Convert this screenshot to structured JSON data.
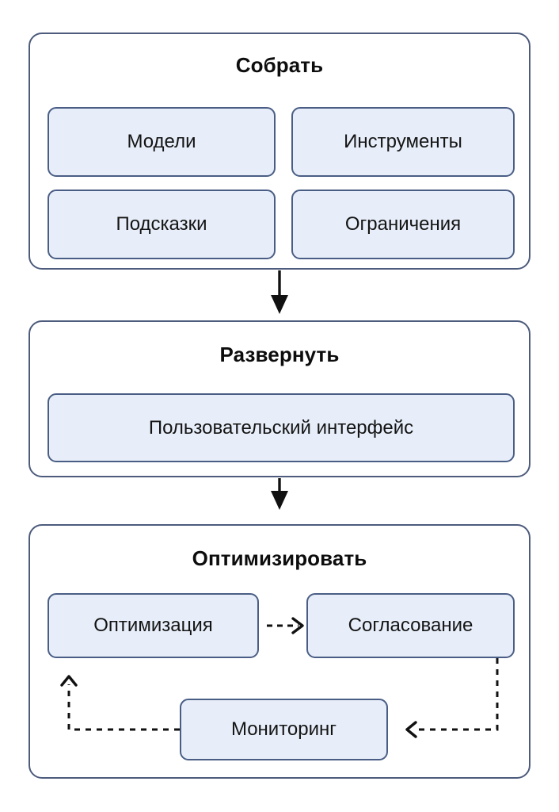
{
  "diagram": {
    "title_text_direction": "top-to-bottom",
    "stages": [
      {
        "id": "collect",
        "title": "Собрать",
        "nodes": [
          {
            "id": "models",
            "label": "Модели"
          },
          {
            "id": "tools",
            "label": "Инструменты"
          },
          {
            "id": "prompts",
            "label": "Подсказки"
          },
          {
            "id": "constraints",
            "label": "Ограничения"
          }
        ]
      },
      {
        "id": "deploy",
        "title": "Развернуть",
        "nodes": [
          {
            "id": "ui",
            "label": "Пользовательский интерфейс"
          }
        ]
      },
      {
        "id": "optimize",
        "title": "Оптимизировать",
        "nodes": [
          {
            "id": "optimization",
            "label": "Оптимизация"
          },
          {
            "id": "alignment",
            "label": "Согласование"
          },
          {
            "id": "monitoring",
            "label": "Мониторинг"
          }
        ]
      }
    ],
    "connectors": [
      {
        "id": "collect-to-deploy",
        "from": "collect",
        "to": "deploy",
        "style": "solid",
        "arrowhead": "filled",
        "direction": "down"
      },
      {
        "id": "deploy-to-optimize",
        "from": "deploy",
        "to": "optimize",
        "style": "solid",
        "arrowhead": "filled",
        "direction": "down"
      },
      {
        "id": "optimization-to-alignment",
        "from": "optimization",
        "to": "alignment",
        "style": "dashed",
        "arrowhead": "open",
        "direction": "right"
      },
      {
        "id": "alignment-to-monitoring",
        "from": "alignment",
        "to": "monitoring",
        "style": "dashed",
        "arrowhead": "open",
        "direction": "left"
      },
      {
        "id": "monitoring-to-optimization",
        "from": "monitoring",
        "to": "optimization",
        "style": "dashed",
        "arrowhead": "open",
        "direction": "up"
      }
    ]
  },
  "colors": {
    "page_background": "#ffffff",
    "stage_border": "#4d5b7c",
    "stage_fill": "#ffffff",
    "node_border": "#4a5e85",
    "node_fill": "#e7eef9",
    "title_text": "#0d0d0d",
    "label_text": "#141414",
    "connector": "#111111"
  }
}
